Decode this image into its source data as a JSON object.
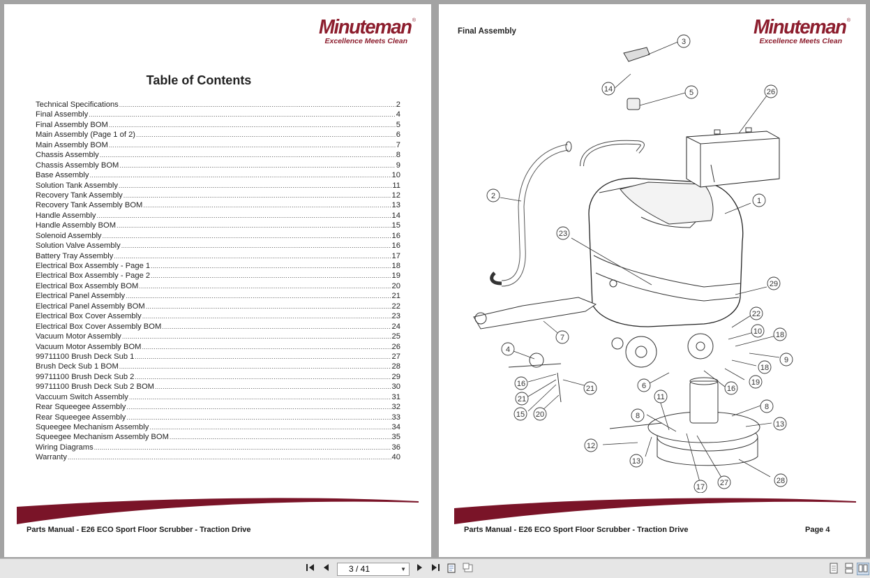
{
  "brand": {
    "name": "Minuteman",
    "registered": "®",
    "tagline": "Excellence Meets Clean"
  },
  "left_page": {
    "title": "Table of Contents",
    "toc": [
      {
        "title": "Technical Specifications",
        "page": "2"
      },
      {
        "title": "Final Assembly",
        "page": "4"
      },
      {
        "title": "Final Assembly BOM",
        "page": "5"
      },
      {
        "title": "Main Assembly (Page 1 of 2)",
        "page": "6"
      },
      {
        "title": "Main Assembly BOM",
        "page": "7"
      },
      {
        "title": "Chassis Assembly",
        "page": "8"
      },
      {
        "title": "Chassis Assembly BOM",
        "page": "9"
      },
      {
        "title": "Base Assembly",
        "page": "10"
      },
      {
        "title": "Solution Tank Assembly",
        "page": "11"
      },
      {
        "title": "Recovery Tank Assembly",
        "page": "12"
      },
      {
        "title": "Recovery Tank Assembly BOM",
        "page": "13"
      },
      {
        "title": "Handle Assembly",
        "page": "14"
      },
      {
        "title": "Handle Assembly BOM",
        "page": "15"
      },
      {
        "title": "Solenoid Assembly",
        "page": "16"
      },
      {
        "title": "Solution Valve Assembly",
        "page": "16"
      },
      {
        "title": "Battery Tray Assembly",
        "page": "17"
      },
      {
        "title": "Electrical Box Assembly - Page 1",
        "page": "18"
      },
      {
        "title": "Electrical Box Assembly - Page 2",
        "page": "19"
      },
      {
        "title": "Electrical Box Assembly BOM",
        "page": "20"
      },
      {
        "title": "Electrical Panel Assembly",
        "page": "21"
      },
      {
        "title": "Electrical Panel Assembly BOM",
        "page": "22"
      },
      {
        "title": "Electrical Box Cover Assembly",
        "page": "23"
      },
      {
        "title": "Electrical Box Cover Assembly BOM",
        "page": "24"
      },
      {
        "title": "Vacuum Motor Assembly",
        "page": "25"
      },
      {
        "title": "Vacuum Motor Assembly BOM",
        "page": "26"
      },
      {
        "title": "99711100 Brush Deck Sub 1",
        "page": "27"
      },
      {
        "title": "Brush Deck Sub 1 BOM",
        "page": "28"
      },
      {
        "title": "99711100 Brush Deck Sub 2",
        "page": "29"
      },
      {
        "title": "99711100 Brush Deck Sub 2 BOM",
        "page": "30"
      },
      {
        "title": "Vaccuum Switch Assembly",
        "page": "31"
      },
      {
        "title": "Rear Squeegee Assembly",
        "page": "32"
      },
      {
        "title": "Rear Squeegee Assembly",
        "page": "33"
      },
      {
        "title": "Squeegee Mechanism Assembly",
        "page": "34"
      },
      {
        "title": "Squeegee Mechanism Assembly BOM",
        "page": "35"
      },
      {
        "title": "Wiring Diagrams",
        "page": "36"
      },
      {
        "title": "Warranty",
        "page": "40"
      }
    ],
    "footer": "Parts Manual - E26 ECO Sport Floor Scrubber - Traction Drive"
  },
  "right_page": {
    "title": "Final Assembly",
    "callouts": [
      "1",
      "2",
      "3",
      "4",
      "5",
      "6",
      "7",
      "8",
      "8",
      "9",
      "10",
      "11",
      "12",
      "13",
      "13",
      "14",
      "15",
      "16",
      "16",
      "17",
      "18",
      "18",
      "19",
      "20",
      "21",
      "21",
      "22",
      "23",
      "26",
      "27",
      "28",
      "29"
    ],
    "footer": "Parts Manual - E26 ECO Sport Floor Scrubber - Traction Drive",
    "page_label": "Page 4"
  },
  "toolbar": {
    "page_indicator": "3 / 41",
    "icons": [
      "first-page-icon",
      "previous-page-icon",
      "next-page-icon",
      "last-page-icon",
      "fit-page-icon",
      "fit-width-icon",
      "single-page-icon",
      "continuous-icon",
      "two-page-icon"
    ]
  },
  "colors": {
    "brand": "#8c1d2d",
    "swoosh": "#7a1428",
    "page": "#ffffff",
    "viewer_bg": "#a3a3a3"
  }
}
